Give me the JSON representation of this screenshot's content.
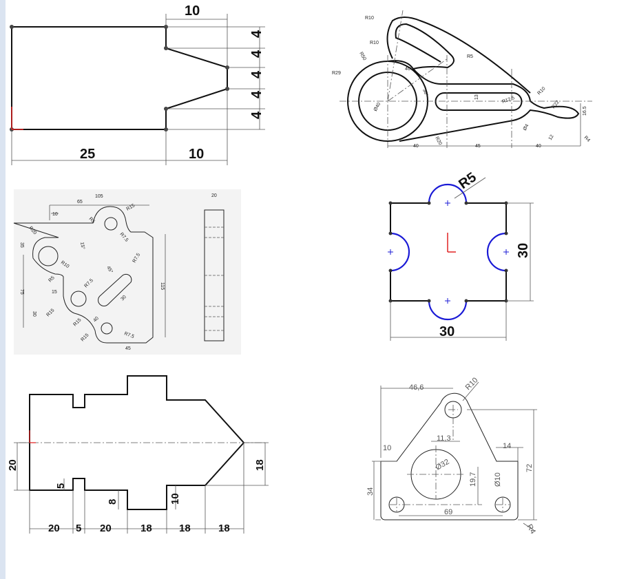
{
  "drawings": [
    {
      "name": "zigzag-profile",
      "labels": [
        "10",
        "4",
        "4",
        "4",
        "4",
        "4",
        "25",
        "10"
      ]
    },
    {
      "name": "lever-arm",
      "labels": [
        "R10",
        "R10",
        "R50",
        "R29",
        "46°",
        "36°",
        "R5",
        "13",
        "Ø40",
        "R12.5",
        "R10",
        "R22",
        "16.5",
        "Ø4",
        "12",
        "R4",
        "R20",
        "40",
        "45",
        "40"
      ]
    },
    {
      "name": "bracket-plate",
      "labels": [
        "105",
        "65",
        "10",
        "R5",
        "R15",
        "R7.5",
        "R20",
        "35",
        "15°",
        "R10",
        "45°",
        "R7.5",
        "R5",
        "15",
        "R7.5",
        "75",
        "30",
        "30",
        "R15",
        "R15",
        "40",
        "R15",
        "R7.5",
        "45",
        "115",
        "20"
      ]
    },
    {
      "name": "square-with-arcs",
      "labels": [
        "R5",
        "30",
        "30"
      ]
    },
    {
      "name": "stepped-shaft",
      "labels": [
        "20",
        "5",
        "8",
        "10",
        "18",
        "20",
        "5",
        "20",
        "18",
        "18",
        "18"
      ]
    },
    {
      "name": "triangular-plate",
      "labels": [
        "46,6",
        "R10",
        "11,3",
        "10",
        "14",
        "Ø32",
        "19,7",
        "Ø10",
        "72",
        "34",
        "69",
        "R4"
      ]
    }
  ],
  "colors": {
    "line": "#111111",
    "arc_highlight": "#1a1ad6",
    "sketch_origin": "#e02020"
  }
}
